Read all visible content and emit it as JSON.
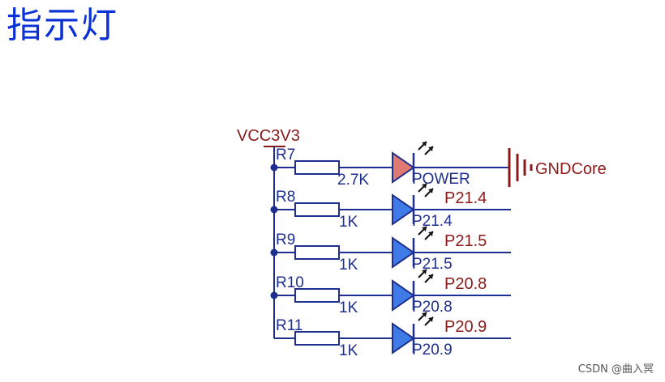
{
  "title": "指示灯",
  "power_net": "VCC3V3",
  "ground_net": "GNDCore",
  "led_colors": {
    "power": "#e07a70",
    "signal": "#3f7be6"
  },
  "wire_color": "#1e2f8f",
  "net_color": "#8a1a1a",
  "channels": [
    {
      "ref": "R7",
      "value": "2.7K",
      "led_label": "POWER",
      "net": "",
      "kind": "power"
    },
    {
      "ref": "R8",
      "value": "1K",
      "led_label": "P21.4",
      "net": "P21.4",
      "kind": "signal"
    },
    {
      "ref": "R9",
      "value": "1K",
      "led_label": "P21.5",
      "net": "P21.5",
      "kind": "signal"
    },
    {
      "ref": "R10",
      "value": "1K",
      "led_label": "P20.8",
      "net": "P20.8",
      "kind": "signal"
    },
    {
      "ref": "R11",
      "value": "1K",
      "led_label": "P20.9",
      "net": "P20.9",
      "kind": "signal"
    }
  ],
  "watermark": "CSDN @曲入冥"
}
